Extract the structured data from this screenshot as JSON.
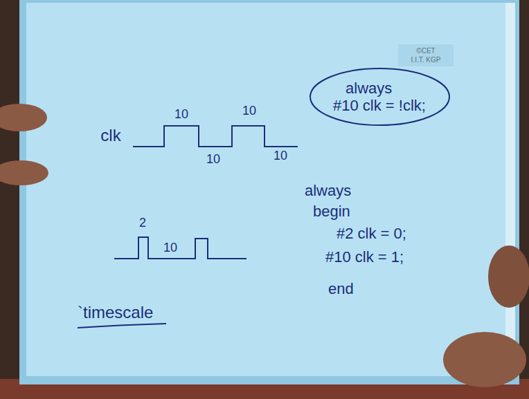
{
  "diagram": {
    "nodes": [
      {
        "text": [
          "always",
          "#10 clk = !clk;"
        ]
      }
    ],
    "labels": [
      "©CET",
      "I.I.T. KGP",
      "clk",
      "10",
      "10",
      "10",
      "10",
      "2",
      "10",
      "always",
      "begin",
      "#2 clk = 0;",
      "#10 clk = 1;",
      "end",
      "`timescale"
    ]
  }
}
